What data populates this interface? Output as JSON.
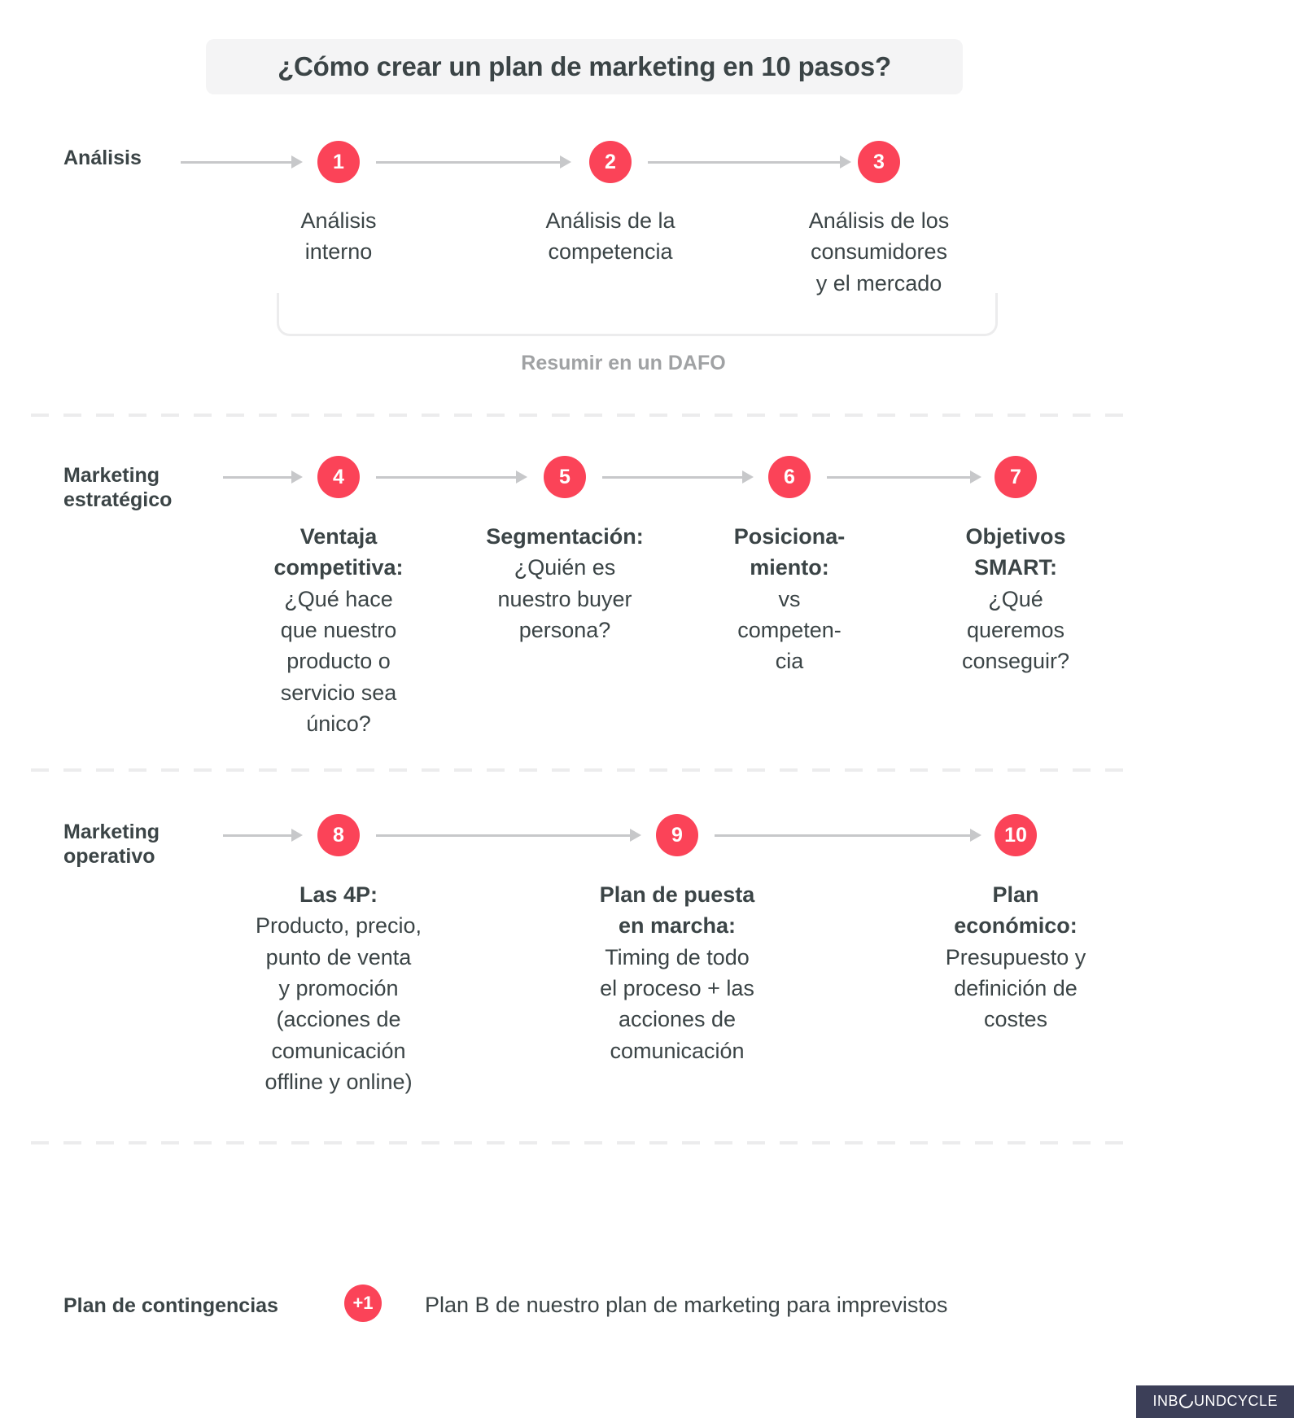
{
  "title": "¿Cómo crear un plan de marketing en 10 pasos?",
  "sections": [
    {
      "label": "Análisis",
      "steps": [
        {
          "number": "1",
          "heading": "",
          "body": "Análisis\ninterno"
        },
        {
          "number": "2",
          "heading": "",
          "body": "Análisis de la\ncompetencia"
        },
        {
          "number": "3",
          "heading": "",
          "body": "Análisis de los\nconsumidores\ny el mercado"
        }
      ],
      "bracket_label": "Resumir en un DAFO"
    },
    {
      "label": "Marketing\nestratégico",
      "steps": [
        {
          "number": "4",
          "heading": "Ventaja\ncompetitiva:",
          "body": "¿Qué hace\nque nuestro\nproducto o\nservicio sea\núnico?"
        },
        {
          "number": "5",
          "heading": "Segmentación:",
          "body": "¿Quién es\nnuestro buyer\npersona?"
        },
        {
          "number": "6",
          "heading": "Posiciona-\nmiento:",
          "body": "vs\ncompeten-\ncia"
        },
        {
          "number": "7",
          "heading": "Objetivos\nSMART:",
          "body": "¿Qué\nqueremos\nconseguir?"
        }
      ]
    },
    {
      "label": "Marketing\noperativo",
      "steps": [
        {
          "number": "8",
          "heading": "Las 4P:",
          "body": "Producto, precio,\npunto de venta\ny promoción\n(acciones de\ncomunicación\noffline y online)"
        },
        {
          "number": "9",
          "heading": "Plan de puesta\nen marcha:",
          "body": "Timing de todo\nel proceso + las\nacciones de\ncomunicación"
        },
        {
          "number": "10",
          "heading": "Plan\neconómico:",
          "body": "Presupuesto y\ndefinición de\ncostes"
        }
      ]
    }
  ],
  "contingency": {
    "label": "Plan de contingencias",
    "badge": "+1",
    "text": "Plan B de nuestro plan de marketing para imprevistos"
  },
  "logo": {
    "part1": "INB",
    "part2": "UNDCYCLE"
  },
  "colors": {
    "accent": "#fb4358",
    "text": "#3b4446",
    "muted": "#a0a2a4",
    "rule": "#ececed",
    "title_bg": "#f4f4f5",
    "logo_bg": "#3c3f58"
  }
}
